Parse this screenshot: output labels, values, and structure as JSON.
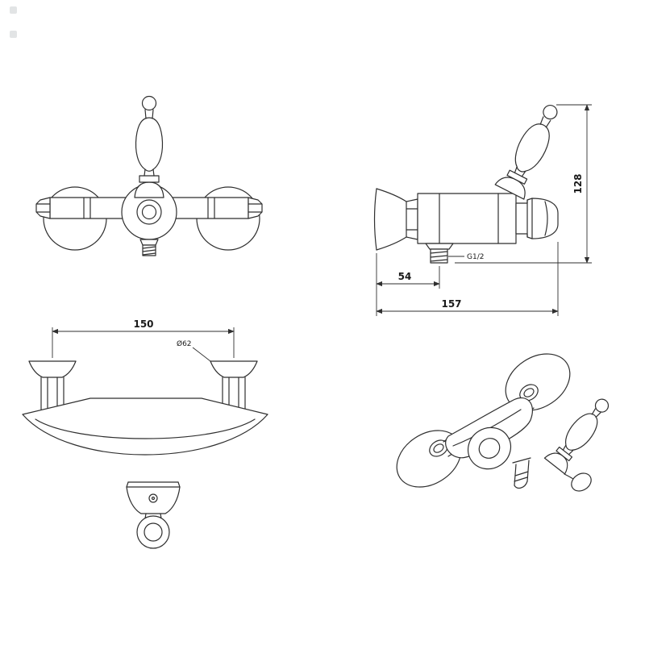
{
  "drawing": {
    "background": "#ffffff",
    "line_color": "#2f2f2f",
    "text_color": "#1a1a1a",
    "dimensions": {
      "side_height": "128",
      "side_outlet_offset": "54",
      "side_depth": "157",
      "side_thread": "G1/2",
      "plan_spread": "150",
      "plan_diameter": "Ø62"
    }
  }
}
